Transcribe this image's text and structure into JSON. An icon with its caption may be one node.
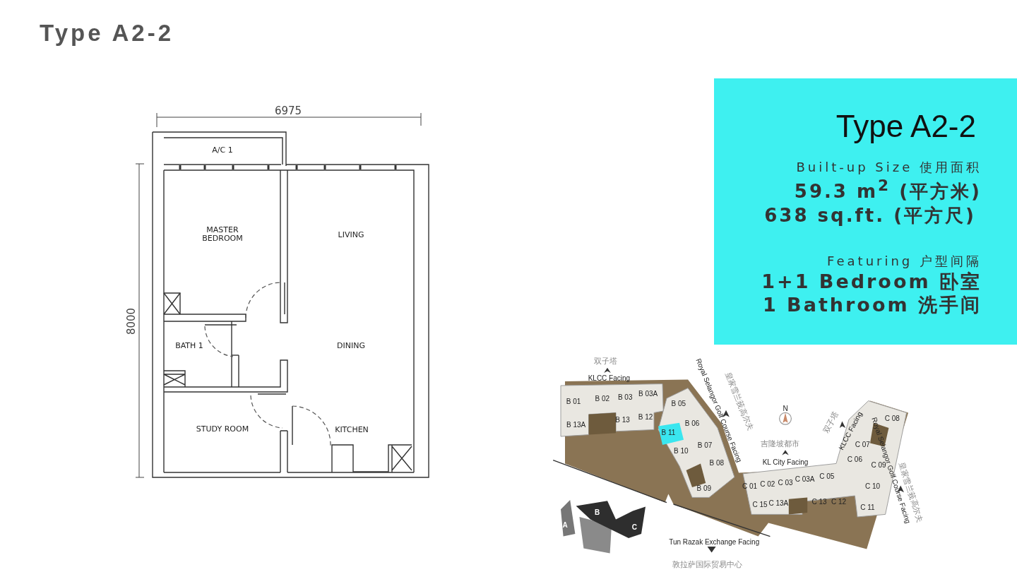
{
  "diagram": {
    "title": "Type A2-2",
    "nodes": [
      {
        "text": [
          "Type A2-2",
          "Built-up Size 使用面积",
          "59.3 m$^{2}$ (平方米)",
          "638 sq.ft. (平方尺)",
          "Featuring 户型间隔",
          "1+1 Bedroom 卧室",
          "1 Bathroom 洗手间"
        ]
      }
    ],
    "labels": [
      "6975",
      "8000",
      "A/C 1",
      "MASTER BEDROOM",
      "LIVING",
      "BATH 1",
      "DINING",
      "STUDY ROOM",
      "KITCHEN",
      "双子塔",
      "KLCC Facing",
      "B 01",
      "B 02",
      "B 03",
      "B 03A",
      "B 05",
      "皇家雪兰莪高尔夫",
      "Royal Selangor Golf Course Facing",
      "N",
      "B 13A",
      "B 13",
      "B 12",
      "B 06",
      "B 11",
      "B 07",
      "B 10",
      "B 08",
      "B 09",
      "吉隆坡都市",
      "KL City Facing",
      "双子塔",
      "KLCC Facing",
      "C 08",
      "C 07",
      "C 06",
      "C 09",
      "C 01",
      "C 02",
      "C 03",
      "C 03A",
      "C 05",
      "C 10",
      "Royal Selangor Golf Course Facing",
      "皇家雪兰莪高尔夫",
      "C 15",
      "C 13A",
      "C 13",
      "C 12",
      "C 11",
      "B",
      "A",
      "C",
      "Tun Razak Exchange Facing",
      "敦拉萨国际贸易中心"
    ]
  }
}
